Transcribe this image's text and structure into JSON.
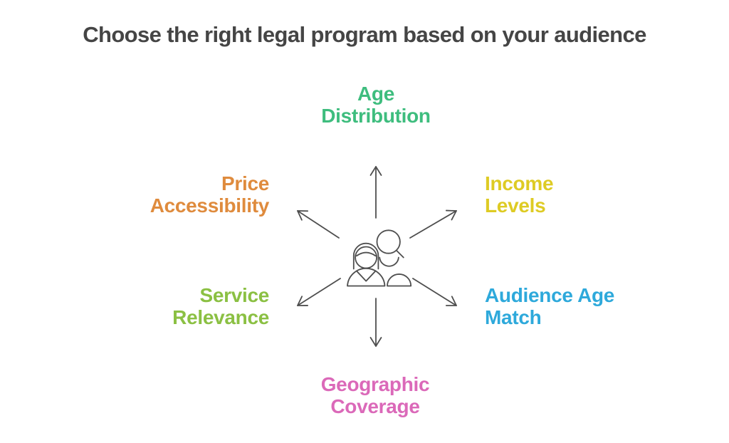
{
  "title": {
    "text": "Choose the right legal program based on your audience",
    "color": "#454545"
  },
  "diagram": {
    "stroke_color": "#4E4E4E",
    "center_icon": "two-people-audience-icon"
  },
  "factors": [
    {
      "id": "age-distribution",
      "label": "Age\nDistribution",
      "color": "#3EBD7E",
      "position": "top"
    },
    {
      "id": "income-levels",
      "label": "Income\nLevels",
      "color": "#DECB24",
      "position": "upper-right"
    },
    {
      "id": "audience-age-match",
      "label": "Audience Age\nMatch",
      "color": "#2EA9DB",
      "position": "lower-right"
    },
    {
      "id": "geographic-coverage",
      "label": "Geographic\nCoverage",
      "color": "#DB69B9",
      "position": "bottom"
    },
    {
      "id": "service-relevance",
      "label": "Service\nRelevance",
      "color": "#8BC043",
      "position": "lower-left"
    },
    {
      "id": "price-accessibility",
      "label": "Price\nAccessibility",
      "color": "#DF8B3D",
      "position": "upper-left"
    }
  ]
}
